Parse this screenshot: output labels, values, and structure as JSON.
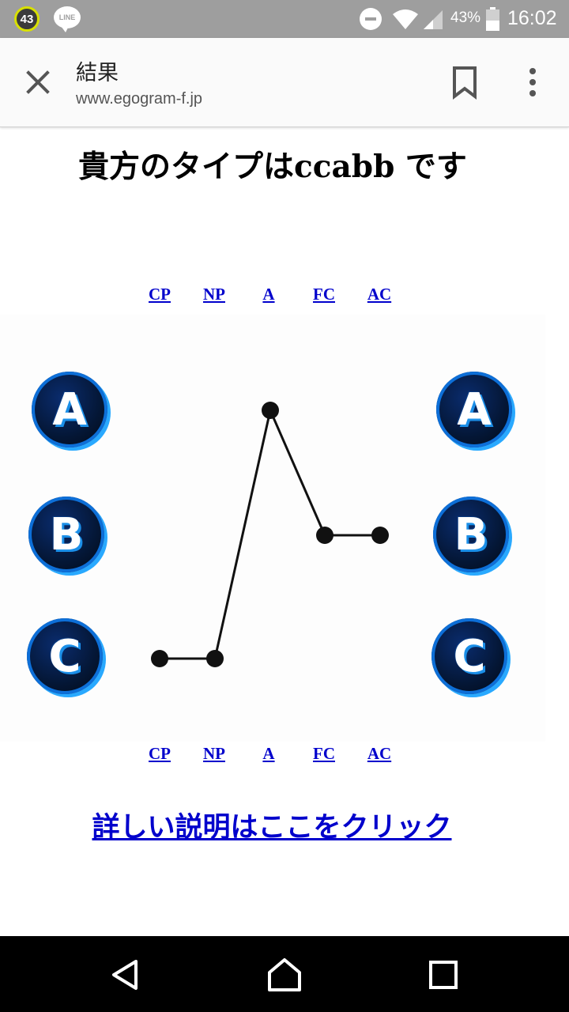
{
  "status_bar": {
    "notification_count": "43",
    "line_app_label": "LINE",
    "battery_percent": "43%",
    "time": "16:02"
  },
  "toolbar": {
    "title": "結果",
    "url": "www.egogram-f.jp"
  },
  "headline": "貴方のタイプはccabb です",
  "columns": [
    "CP",
    "NP",
    "A",
    "FC",
    "AC"
  ],
  "grades": [
    "A",
    "B",
    "C"
  ],
  "chart_data": {
    "type": "line",
    "categories": [
      "CP",
      "NP",
      "A",
      "FC",
      "AC"
    ],
    "y_categories": [
      "A",
      "B",
      "C"
    ],
    "values": [
      "C",
      "C",
      "A",
      "B",
      "B"
    ],
    "type_code": "ccabb"
  },
  "detail_link": "詳しい説明はここをクリック",
  "colors": {
    "link": "#0000cc",
    "status_bar": "#9e9e9e",
    "badge_glow": "#29a9ff"
  }
}
